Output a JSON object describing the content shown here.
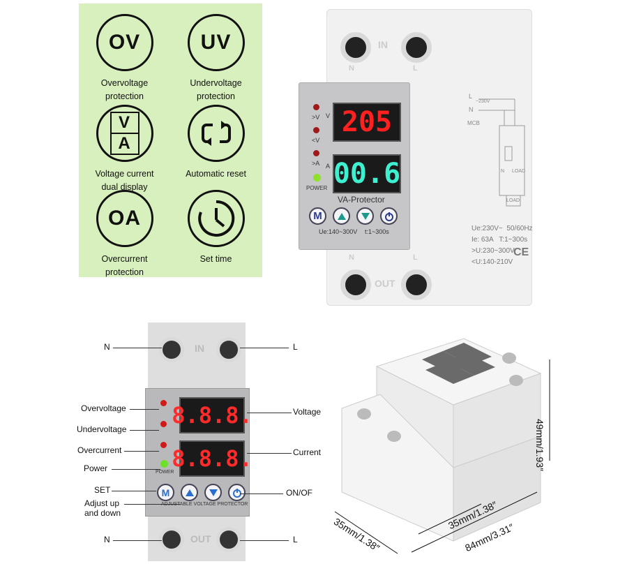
{
  "features": [
    {
      "icon": "OV",
      "label": "Overvoltage\nprotection"
    },
    {
      "icon": "UV",
      "label": "Undervoltage\nprotection"
    },
    {
      "icon_top": "V",
      "icon_bottom": "A",
      "label": "Voltage current\ndual display"
    },
    {
      "icon": "cycle-arrows",
      "label": "Automatic reset"
    },
    {
      "icon": "OA",
      "label": "Overcurrent\nprotection"
    },
    {
      "icon": "clock",
      "label": "Set time"
    }
  ],
  "device_top": {
    "terminal_in": "IN",
    "terminal_out": "OUT",
    "n": "N",
    "l": "L",
    "voltage_display": "205",
    "current_display": "00.6",
    "led_labels": [
      ">V",
      "<V",
      ">A"
    ],
    "unit_v": "V",
    "unit_a": "A",
    "power_label": "POWER",
    "brand": "VA-Protector",
    "range_ue": "Ue:140~300V",
    "range_t": "t:1~300s",
    "btn_m": "M",
    "spec_lines": [
      "Ue:230V~  50/60Hz",
      "Ie: 63A   T:1~300s",
      ">U:230~300V",
      "<U:140-210V"
    ],
    "ce": "CE",
    "schematic": {
      "l": "L",
      "v": "~230V",
      "n": "N",
      "mcb": "MCB",
      "n2": "N",
      "load": "LOAD",
      "load2": "LOAD"
    }
  },
  "device_bottom_left": {
    "digits": "8.8.8.",
    "power": "POWER",
    "strip": "ADJUSTABLE VOLTAGE PROTECTOR",
    "in": "IN",
    "out": "OUT",
    "callouts_left": [
      "N",
      "Overvoltage",
      "Undervoltage",
      "Overcurrent",
      "Power",
      "SET",
      "Adjust up\nand down",
      "N"
    ],
    "callouts_right": [
      "L",
      "Voltage",
      "Current",
      "ON/OF",
      "L"
    ]
  },
  "device_bottom_right": {
    "dim_height": "49mm/1.93″",
    "dim_width": "35mm/1.38″",
    "dim_length": "84mm/3.31″",
    "dim_depth": "35mm/1.38″"
  }
}
